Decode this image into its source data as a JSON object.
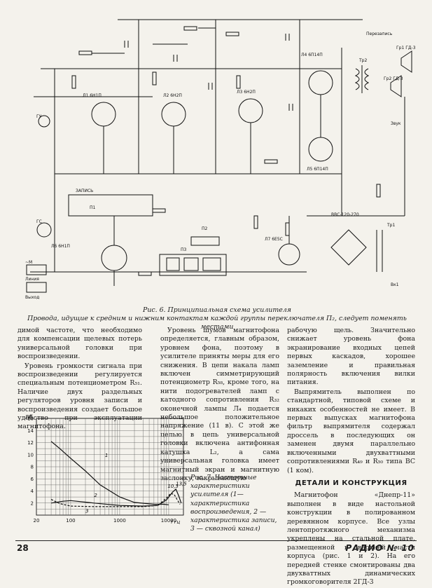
{
  "schematic": {
    "labels": [
      "Перезапись",
      "Гр1 ГД-3",
      "Гр2 ГД-3",
      "Л4 6П14П",
      "Л5 6П14П",
      "Л1 6Н1П",
      "Л2 6Н2П",
      "Л3 6Н2П",
      "Л6 6Н1П",
      "Л7 6Е5С",
      "Тр2",
      "ГУ",
      "ГС",
      "ЗАПИСЬ",
      "П1",
      "П2",
      "П3",
      "ВВС-120-270",
      "Вк1",
      "Выход",
      "Линия",
      "~М",
      "Звук",
      "Тр1"
    ]
  },
  "captions": {
    "fig6_line1": "Рис. 6. Принципиальная схема усилителя",
    "fig6_line2": "Провода, идущие к средним и нижним контактам каждой группы переключателя П₂, следует поменять местами",
    "fig7": "Рис. 7. Частотные характеристики усилителя (1— характеристика воспроизведения, 2 — характеристика записи, 3 — сквозной канал)"
  },
  "columns": {
    "col1": [
      "димой частоте, что необходимо для компенсации щелевых потерь универсальной головки при воспроизведении.",
      "Уровень громкости сигнала при воспроизведении регулируется специальным потенциометром R₅₁. Наличие двух раздельных регуляторов уровня записи и воспроизведения создает большое удобство при эксплуатации магнитофона."
    ],
    "col2": [
      "Уровень шумов магнитофона определяется, главным образом, уровнем фона, поэтому в усилителе приняты меры для его снижения. В цепи накала ламп включен симметрирующий потенциометр R₅₈, кроме того, на нити подогревателей ламп с катодного сопротивления R₃₂ оконечной лампы Л₄ подается небольшое положительное напряжение (11 в). С этой же целью в цепь универсальной головки включена антифонная катушка L₂, а сама универсальная головка имеет магнитный экран и магнитную заслонку, закрывающую"
    ],
    "col3": [
      "рабочую щель. Значительно снижает уровень фона экранирование входных цепей первых каскадов, хорошее заземление и правильная полярность включения вилки питания.",
      "Выпрямитель выполнен по стандартной, типовой схеме и никаких особенностей не имеет. В первых выпусках магнитофона фильтр выпрямителя содержал дроссель в последующих он заменен двумя параллельно включенными двухваттными сопротивлениями R₄₉ и R₅₀ типа ВС (1 ком)."
    ],
    "heading": "ДЕТАЛИ И КОНСТРУКЦИЯ",
    "col3b": "Магнитофон «Днепр-11» выполнен в виде настольной конструкции в полированном деревянном корпусе. Все узлы лентопротяжного механизма укреплены на стальной плате, размещенной в верхней части корпуса (рис. 1 и 2). На его передней стенке смонтированы два двухваттных динамических громкоговорителя 2ГД-3"
  },
  "chart_data": {
    "type": "line",
    "title": "",
    "ylabel": "Дб",
    "xlabel": "f гц",
    "x_scale": "log",
    "xlim": [
      20,
      20000
    ],
    "ylim": [
      0,
      16
    ],
    "x_ticks": [
      20,
      100,
      1000,
      10000
    ],
    "x_tick_labels": [
      "20",
      "100",
      "1000",
      "10000"
    ],
    "y_ticks": [
      2,
      4,
      6,
      8,
      10,
      12,
      14,
      16
    ],
    "series": [
      {
        "name": "1",
        "x": [
          40,
          60,
          100,
          200,
          400,
          1000,
          2000,
          5000,
          8000,
          10000
        ],
        "y": [
          12.2,
          11.0,
          9.4,
          7.3,
          5.0,
          3.0,
          2.1,
          1.8,
          1.8,
          1.7
        ]
      },
      {
        "name": "2",
        "x": [
          40,
          70,
          100,
          300,
          1000,
          3000,
          6000,
          9000,
          12000,
          14000,
          16000,
          18000
        ],
        "y": [
          2.0,
          2.3,
          2.4,
          2.0,
          1.6,
          1.5,
          1.6,
          2.5,
          3.8,
          4.3,
          3.2,
          2.0
        ]
      },
      {
        "name": "3",
        "x": [
          40,
          60,
          100,
          300,
          1000,
          3000,
          6000,
          9000,
          11000,
          13000,
          15000,
          17000
        ],
        "y": [
          2.6,
          1.9,
          1.5,
          1.4,
          1.4,
          1.4,
          1.6,
          2.8,
          3.6,
          3.4,
          2.5,
          1.8
        ]
      }
    ],
    "annotations": [
      "1",
      "2",
      "3",
      "10,3",
      "13,5"
    ]
  },
  "footer": {
    "page_number": "28",
    "magazine": "РАДИО № 10"
  }
}
